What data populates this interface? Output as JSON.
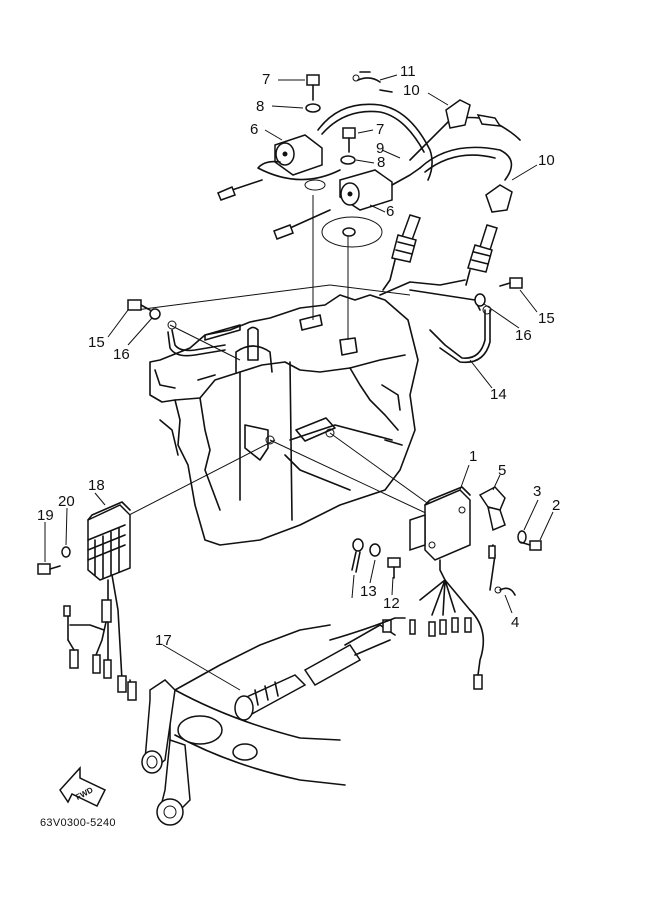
{
  "diagram_code": "63V0300-5240",
  "fwd_label": "FWD",
  "callouts": {
    "c1": "1",
    "c2": "2",
    "c3": "3",
    "c4": "4",
    "c5": "5",
    "c6a": "6",
    "c6b": "6",
    "c7a": "7",
    "c7b": "7",
    "c8a": "8",
    "c8b": "8",
    "c9": "9",
    "c10a": "10",
    "c10b": "10",
    "c11": "11",
    "c12": "12",
    "c13": "13",
    "c14": "14",
    "c15a": "15",
    "c15b": "15",
    "c16a": "16",
    "c16b": "16",
    "c17": "17",
    "c18": "18",
    "c19": "19",
    "c20": "20"
  }
}
